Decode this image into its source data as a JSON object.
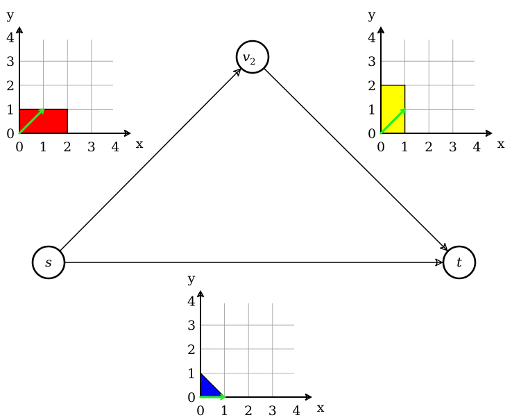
{
  "graph": {
    "nodes": [
      {
        "id": "s",
        "label": "s",
        "sub": ""
      },
      {
        "id": "v2",
        "label": "v",
        "sub": "2"
      },
      {
        "id": "t",
        "label": "t",
        "sub": ""
      }
    ],
    "edges": [
      {
        "from": "s",
        "to": "v2"
      },
      {
        "from": "v2",
        "to": "t"
      },
      {
        "from": "s",
        "to": "t"
      }
    ]
  },
  "plots": [
    {
      "id": "plot-s-v2",
      "edge": "s-v2",
      "x_label": "x",
      "y_label": "y",
      "x_ticks": [
        "0",
        "1",
        "2",
        "3",
        "4"
      ],
      "y_ticks": [
        "0",
        "1",
        "2",
        "3",
        "4"
      ],
      "shape": {
        "type": "rectangle",
        "points": [
          [
            0,
            0
          ],
          [
            2,
            0
          ],
          [
            2,
            1
          ],
          [
            0,
            1
          ]
        ],
        "color": "#ff0000"
      },
      "vector": {
        "from": [
          0,
          0
        ],
        "to": [
          1,
          1
        ],
        "color": "#22ee22"
      }
    },
    {
      "id": "plot-v2-t",
      "edge": "v2-t",
      "x_label": "x",
      "y_label": "y",
      "x_ticks": [
        "0",
        "1",
        "2",
        "3",
        "4"
      ],
      "y_ticks": [
        "0",
        "1",
        "2",
        "3",
        "4"
      ],
      "shape": {
        "type": "rectangle",
        "points": [
          [
            0,
            0
          ],
          [
            1,
            0
          ],
          [
            1,
            2
          ],
          [
            0,
            2
          ]
        ],
        "color": "#ffff00"
      },
      "vector": {
        "from": [
          0,
          0
        ],
        "to": [
          1,
          1
        ],
        "color": "#22ee22"
      }
    },
    {
      "id": "plot-s-t",
      "edge": "s-t",
      "x_label": "x",
      "y_label": "y",
      "x_ticks": [
        "0",
        "1",
        "2",
        "3",
        "4"
      ],
      "y_ticks": [
        "0",
        "1",
        "2",
        "3",
        "4"
      ],
      "shape": {
        "type": "triangle",
        "points": [
          [
            0,
            0
          ],
          [
            1,
            0
          ],
          [
            0,
            1
          ]
        ],
        "color": "#0000ff"
      },
      "vector": {
        "from": [
          0,
          0
        ],
        "to": [
          1,
          0
        ],
        "color": "#22ee22"
      }
    }
  ]
}
